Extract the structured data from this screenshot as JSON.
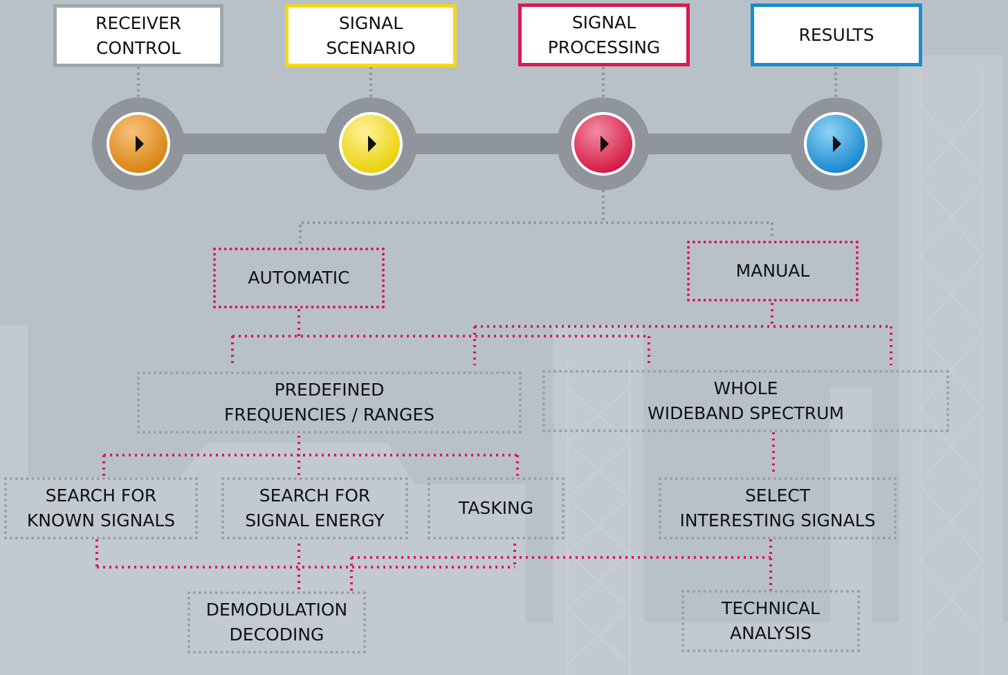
{
  "colors": {
    "background": "#b9c1c8",
    "connector_gray": "#8c9298",
    "receiver_control": "#9ea6ae",
    "signal_scenario": "#f3d81a",
    "signal_processing": "#d81a52",
    "results": "#1b8cd0",
    "grey_dotted": "#9aa0a5",
    "pink_dotted": "#e0155e"
  },
  "stages": [
    {
      "id": "receiver-control",
      "label": "RECEIVER\nCONTROL",
      "button_color": "orange",
      "icon": "play-icon"
    },
    {
      "id": "signal-scenario",
      "label": "SIGNAL\nSCENARIO",
      "button_color": "yellow",
      "icon": "play-icon"
    },
    {
      "id": "signal-processing",
      "label": "SIGNAL\nPROCESSING",
      "button_color": "red",
      "icon": "play-icon"
    },
    {
      "id": "results",
      "label": "RESULTS",
      "button_color": "blue",
      "icon": "play-icon"
    }
  ],
  "modes": {
    "automatic": "AUTOMATIC",
    "manual": "MANUAL"
  },
  "sources": {
    "predefined": "PREDEFINED\nFREQUENCIES / RANGES",
    "wideband": "WHOLE\nWIDEBAND SPECTRUM"
  },
  "methods": {
    "known_signals": "SEARCH FOR\nKNOWN SIGNALS",
    "signal_energy": "SEARCH FOR\nSIGNAL ENERGY",
    "tasking": "TASKING",
    "select_interesting": "SELECT\nINTERESTING SIGNALS"
  },
  "outputs": {
    "demodulation": "DEMODULATION\nDECODING",
    "technical_analysis": "TECHNICAL\nANALYSIS"
  }
}
